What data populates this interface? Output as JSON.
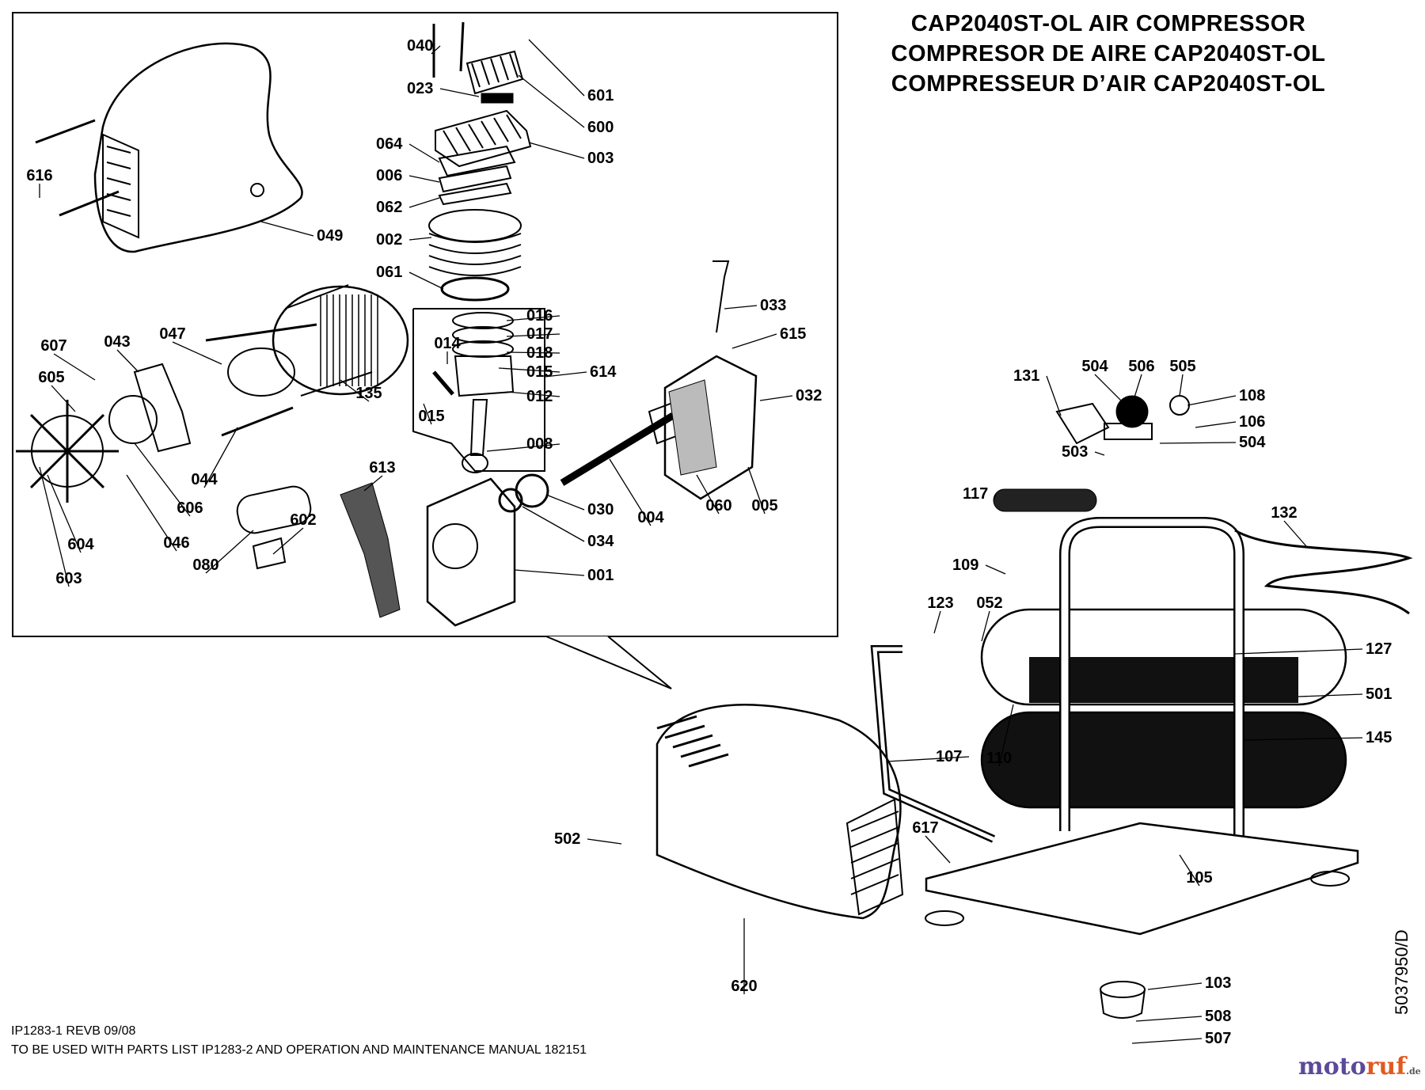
{
  "titles": [
    "CAP2040ST-OL AIR COMPRESSOR",
    "COMPRESOR DE AIRE CAP2040ST-OL",
    "COMPRESSEUR D’AIR CAP2040ST-OL"
  ],
  "footer": {
    "line1": "IP1283-1 REVB 09/08",
    "line2": "TO BE USED WITH PARTS LIST IP1283-2 AND OPERATION AND MAINTENANCE MANUAL 182151"
  },
  "doc_number": "5037950/D",
  "watermark": {
    "part1": "moto",
    "part2": "ruf",
    "suffix": ".de"
  },
  "parts": [
    "040",
    "023",
    "601",
    "600",
    "003",
    "064",
    "006",
    "062",
    "002",
    "061",
    "016",
    "017",
    "018",
    "015",
    "012",
    "014",
    "015",
    "614",
    "008",
    "033",
    "615",
    "032",
    "616",
    "049",
    "607",
    "043",
    "047",
    "605",
    "606",
    "604",
    "603",
    "046",
    "044",
    "135",
    "080",
    "602",
    "613",
    "001",
    "034",
    "030",
    "004",
    "060",
    "005",
    "131",
    "504",
    "506",
    "505",
    "108",
    "106",
    "504",
    "503",
    "117",
    "132",
    "109",
    "123",
    "052",
    "127",
    "501",
    "145",
    "107",
    "110",
    "502",
    "617",
    "105",
    "620",
    "103",
    "508",
    "507"
  ]
}
